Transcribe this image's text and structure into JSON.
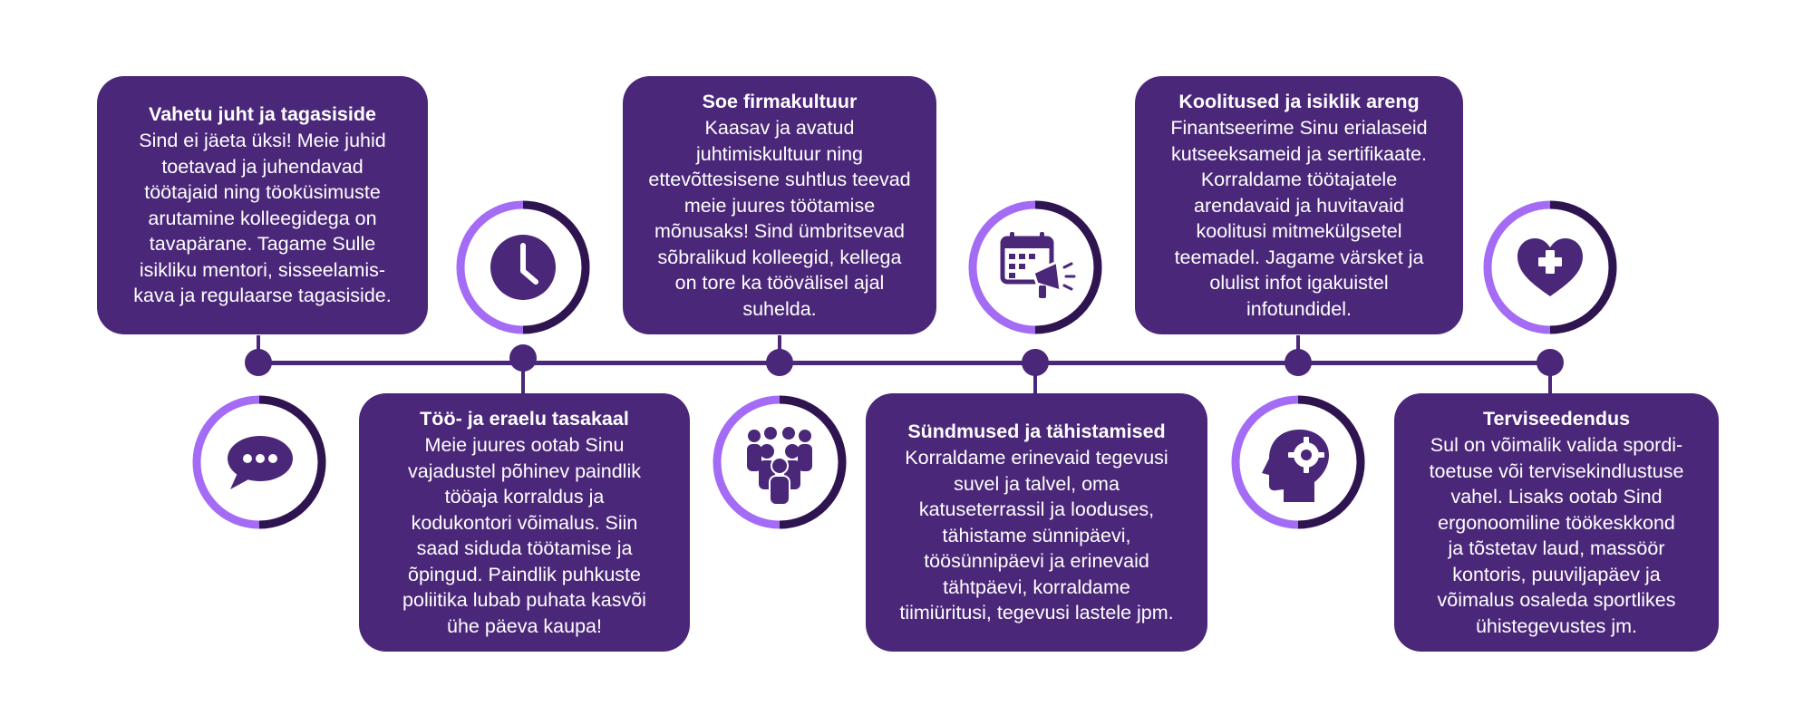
{
  "colors": {
    "dark": "#4b2779",
    "light": "#a46bf5",
    "ring_dark": "#2f1550",
    "text": "#ffffff"
  },
  "cards": [
    {
      "title": "Vahetu juht ja tagasiside",
      "text": "Sind ei jäeta üksi! Meie juhid\ntoetavad ja juhendavad\ntöötajaid ning töoküsimuste\narutamine kolleegidega on\ntavapärane. Tagame Sulle\nisikliku mentori, sisseelamis-\nkava ja regulaarse tagasiside.",
      "icon": "chat-bubble-icon"
    },
    {
      "title": "Töö- ja eraelu tasakaal",
      "text": "Meie juures ootab Sinu\nvajadustel põhinev paindlik\ntööaja korraldus ja\nkodukontori võimalus. Siin\nsaad siduda töötamise ja\nõpingud. Paindlik puhkuste\npoliitika lubab puhata kasvõi\nühe päeva kaupa!",
      "icon": "clock-icon"
    },
    {
      "title": "Soe firmakultuur",
      "text": "Kaasav ja avatud\njuhtimiskultuur ning\nettevõttesisene suhtlus teevad\nmeie juures töötamise\nmõnusaks! Sind ümbritsevad\nsõbralikud kolleegid, kellega\non tore ka töövälisel ajal\nsuhelda.",
      "icon": "group-icon"
    },
    {
      "title": "Sündmused ja tähistamised",
      "text": "Korraldame erinevaid tegevusi\nsuvel ja talvel, oma\nkatuseterrassil ja looduses,\ntähistame sünnipäevi,\ntöösünnipäevi ja erinevaid\ntähtpäevi, korraldame\ntiimiüritusi, tegevusi lastele jpm.",
      "icon": "calendar-megaphone-icon"
    },
    {
      "title": "Koolitused ja isiklik areng",
      "text": "Finantseerime Sinu erialaseid\nkutseeksameid ja sertifikaate.\nKorraldame töötajatele\narendavaid ja huvitavaid\nkoolitusi mitmekülgsetel\nteemadel. Jagame värsket ja\nolulist infot igakuistel\ninfotundidel.",
      "icon": "head-gear-icon"
    },
    {
      "title": "Terviseedendus",
      "text": "Sul on võimalik valida spordi-\ntoetuse või tervisekindlustuse\nvahel. Lisaks ootab Sind\nergonoomiline töökeskkond\nja tõstetav laud, massöör\nkontoris, puuviljapäev ja\nvõimalus osaleda sportlikes\nühistegevustes jm.",
      "icon": "heart-plus-icon"
    }
  ]
}
